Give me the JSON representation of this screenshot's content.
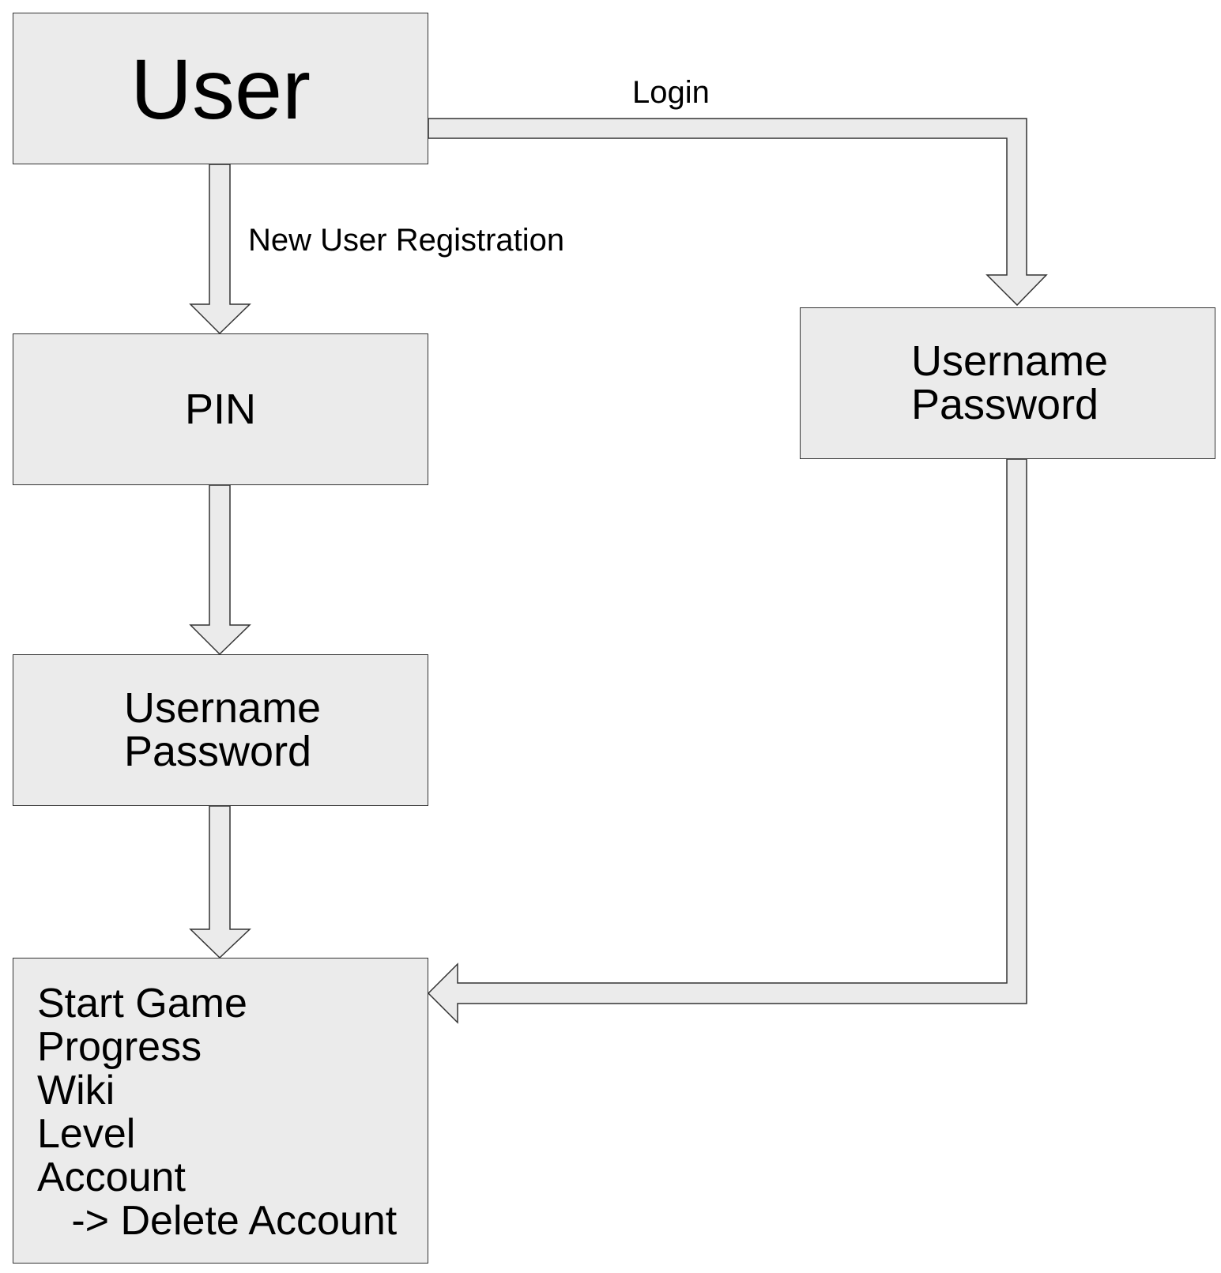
{
  "diagram": {
    "nodes": {
      "user": {
        "label": "User"
      },
      "pin": {
        "label": "PIN"
      },
      "register_creds": {
        "line1": "Username",
        "line2": "Password"
      },
      "login_creds": {
        "line1": "Username",
        "line2": "Password"
      },
      "menu": {
        "items": [
          "Start Game",
          "Progress",
          "Wiki",
          "Level",
          "Account",
          "   -> Delete Account"
        ]
      }
    },
    "edges": {
      "login": {
        "label": "Login"
      },
      "register": {
        "label": "New User Registration"
      }
    },
    "colors": {
      "fill": "#ebebeb",
      "stroke": "#333333"
    }
  }
}
